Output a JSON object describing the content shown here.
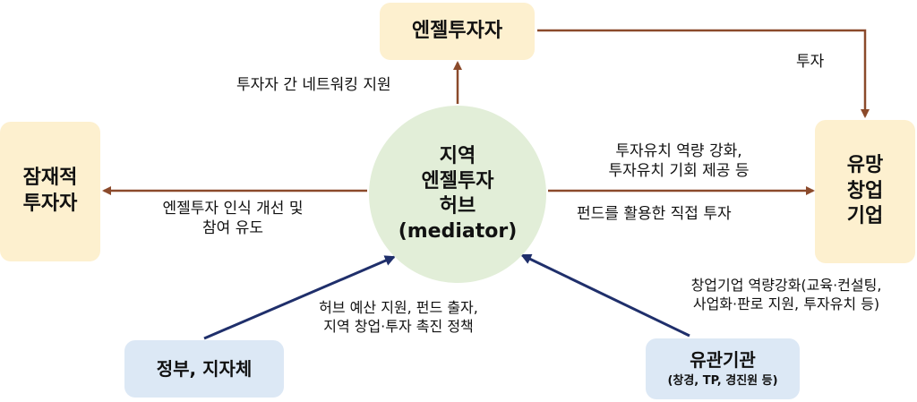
{
  "nodes": {
    "angel": "엔젤투자자",
    "potential": [
      "잠재적",
      "투자자"
    ],
    "promising": [
      "유망",
      "창업",
      "기업"
    ],
    "gov": "정부, 지자체",
    "agency": {
      "title": "유관기관",
      "sub": "(창경, TP, 경진원 등)"
    },
    "hub": [
      "지역",
      "엔젤투자",
      "허브",
      "(mediator)"
    ]
  },
  "edges": {
    "networking": "투자자 간 네트워킹 지원",
    "invest": "투자",
    "capacity": [
      "투자유치 역량 강화,",
      "투자유치 기회 제공 등"
    ],
    "direct": "펀드를 활용한 직접 투자",
    "awareness": [
      "엔젤투자 인식 개선 및",
      "참여 유도"
    ],
    "gov_support": [
      "허브 예산 지원, 펀드 출자,",
      "지역 창업·투자 촉진 정책"
    ],
    "agency_support": [
      "창업기업 역량강화(교육·컨설팅,",
      "사업화·판로 지원, 투자유치 등)"
    ]
  },
  "colors": {
    "arrow_brown": "#8b4a2b",
    "arrow_navy": "#1f2f6b",
    "hub": "#e2eed8",
    "yellow": "#fdf0cf",
    "blue": "#dce8f5"
  }
}
